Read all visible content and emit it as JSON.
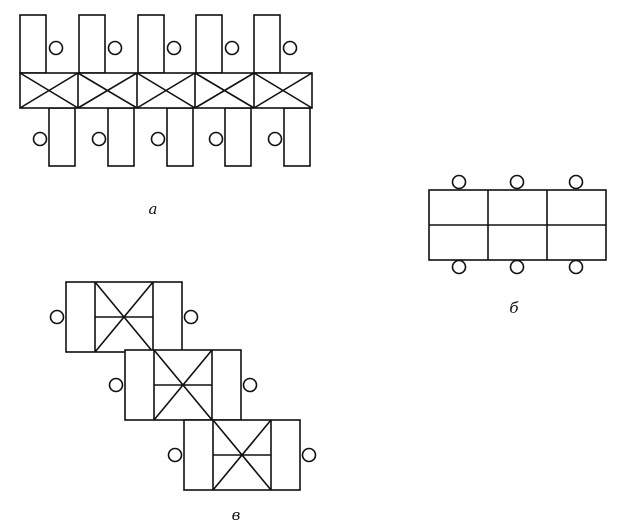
{
  "figure": {
    "labels": {
      "a": "а",
      "b": "б",
      "v": "в"
    },
    "colors": {
      "ink": "#111111",
      "paper": "#ffffff"
    }
  }
}
